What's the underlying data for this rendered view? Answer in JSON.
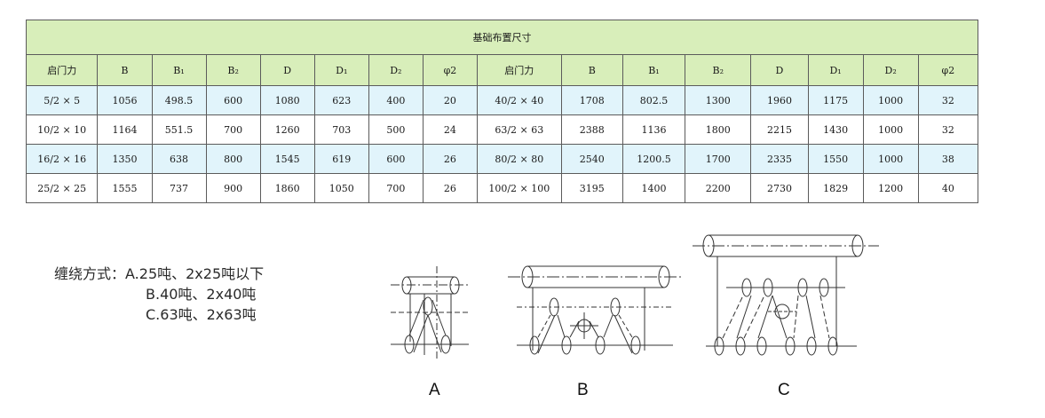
{
  "table": {
    "title": "基础布置尺寸",
    "headers": [
      "启门力",
      "B",
      "B₁",
      "B₂",
      "D",
      "D₁",
      "D₂",
      "φ2",
      "启门力",
      "B",
      "B₁",
      "B₂",
      "D",
      "D₁",
      "D₂",
      "φ2"
    ],
    "rows": [
      [
        "5/2 × 5",
        "1056",
        "498.5",
        "600",
        "1080",
        "623",
        "400",
        "20",
        "40/2 × 40",
        "1708",
        "802.5",
        "1300",
        "1960",
        "1175",
        "1000",
        "32"
      ],
      [
        "10/2 × 10",
        "1164",
        "551.5",
        "700",
        "1260",
        "703",
        "500",
        "24",
        "63/2 × 63",
        "2388",
        "1136",
        "1800",
        "2215",
        "1430",
        "1000",
        "32"
      ],
      [
        "16/2 × 16",
        "1350",
        "638",
        "800",
        "1545",
        "619",
        "600",
        "26",
        "80/2 × 80",
        "2540",
        "1200.5",
        "1700",
        "2335",
        "1550",
        "1000",
        "38"
      ],
      [
        "25/2 × 25",
        "1555",
        "737",
        "900",
        "1860",
        "1050",
        "700",
        "26",
        "100/2 × 100",
        "3195",
        "1400",
        "2200",
        "2730",
        "1829",
        "1200",
        "40"
      ]
    ]
  },
  "winding": {
    "label": "缠绕方式：",
    "items": [
      "A.25吨、2x25吨以下",
      "B.40吨、2x40吨",
      "C.63吨、2x63吨"
    ]
  },
  "diagrams": {
    "labels": [
      "A",
      "B",
      "C"
    ]
  }
}
